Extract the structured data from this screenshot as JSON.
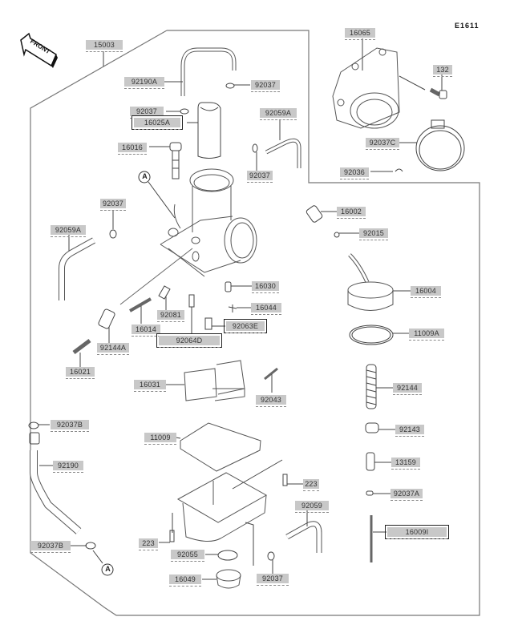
{
  "diagram": {
    "reference_code": "E1611",
    "front_indicator": "FRONT",
    "callout_marker": "A",
    "parts": [
      {
        "id": "assembly",
        "number": "15003",
        "boxed": false
      },
      {
        "id": "pipe-upper",
        "number": "92190A",
        "boxed": false
      },
      {
        "id": "clamp-top",
        "number": "92037",
        "boxed": false
      },
      {
        "id": "clamp-top-left",
        "number": "92037",
        "boxed": false
      },
      {
        "id": "throttle-valve",
        "number": "16025A",
        "boxed": true
      },
      {
        "id": "tube-right",
        "number": "92059A",
        "boxed": false
      },
      {
        "id": "plunger",
        "number": "16016",
        "boxed": false
      },
      {
        "id": "clamp-mid",
        "number": "92037",
        "boxed": false
      },
      {
        "id": "intake-holder",
        "number": "16065",
        "boxed": false
      },
      {
        "id": "bolt-132",
        "number": "132",
        "boxed": false
      },
      {
        "id": "band-clamp",
        "number": "92037C",
        "boxed": false
      },
      {
        "id": "clip-92036",
        "number": "92036",
        "boxed": false
      },
      {
        "id": "clamp-left",
        "number": "92037",
        "boxed": false
      },
      {
        "id": "tube-left",
        "number": "92059A",
        "boxed": false
      },
      {
        "id": "jet-16002",
        "number": "16002",
        "boxed": false
      },
      {
        "id": "screw-92015",
        "number": "92015",
        "boxed": false
      },
      {
        "id": "cap-16004",
        "number": "16004",
        "boxed": false
      },
      {
        "id": "o-ring-11009A",
        "number": "11009A",
        "boxed": false
      },
      {
        "id": "jet-16030",
        "number": "16030",
        "boxed": false
      },
      {
        "id": "needle-16044",
        "number": "16044",
        "boxed": false
      },
      {
        "id": "spring-92081",
        "number": "92081",
        "boxed": false
      },
      {
        "id": "screw-16014",
        "number": "16014",
        "boxed": false
      },
      {
        "id": "jet-92063E",
        "number": "92063E",
        "boxed": true
      },
      {
        "id": "jet-92064D",
        "number": "92064D",
        "boxed": true
      },
      {
        "id": "spring-92144A",
        "number": "92144A",
        "boxed": false
      },
      {
        "id": "screw-16021",
        "number": "16021",
        "boxed": false
      },
      {
        "id": "float-16031",
        "number": "16031",
        "boxed": false
      },
      {
        "id": "pin-92043",
        "number": "92043",
        "boxed": false
      },
      {
        "id": "spring-92144",
        "number": "92144",
        "boxed": false
      },
      {
        "id": "plug-92143",
        "number": "92143",
        "boxed": false
      },
      {
        "id": "holder-13159",
        "number": "13159",
        "boxed": false
      },
      {
        "id": "clamp-92037A",
        "number": "92037A",
        "boxed": false
      },
      {
        "id": "needle-16009",
        "number": "16009I",
        "boxed": true
      },
      {
        "id": "clamp-92037B-top",
        "number": "92037B",
        "boxed": false
      },
      {
        "id": "pipe-92190",
        "number": "92190",
        "boxed": false
      },
      {
        "id": "clamp-92037B-bot",
        "number": "92037B",
        "boxed": false
      },
      {
        "id": "gasket-11009",
        "number": "11009",
        "boxed": false
      },
      {
        "id": "screw-223-right",
        "number": "223",
        "boxed": false
      },
      {
        "id": "tube-92059",
        "number": "92059",
        "boxed": false
      },
      {
        "id": "screw-223-left",
        "number": "223",
        "boxed": false
      },
      {
        "id": "o-ring-92055",
        "number": "92055",
        "boxed": false
      },
      {
        "id": "plug-16049",
        "number": "16049",
        "boxed": false
      },
      {
        "id": "clamp-bottom",
        "number": "92037",
        "boxed": false
      }
    ]
  }
}
